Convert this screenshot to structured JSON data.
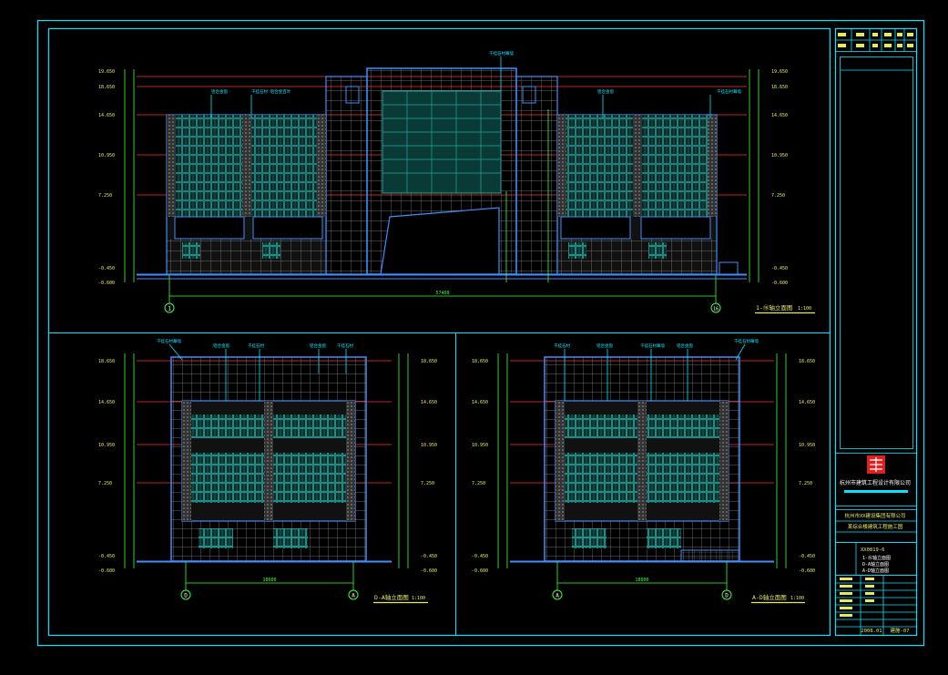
{
  "colors": {
    "background": "#000000",
    "frame": "#00e5ff",
    "building_outline": "#3f8fff",
    "facade_grid": "#8a8a8a",
    "level_line": "#ff3030",
    "window": "#1fa8a0",
    "dimension": "#3cff3c",
    "text": "#e8e860",
    "seal": "#e02020"
  },
  "elevations": [
    {
      "id": "main",
      "title": "1-⑯轴立面图",
      "scale": "1:100",
      "axis_left": "1",
      "axis_right": "16",
      "overall_dim": "57400",
      "levels_left": [
        "19.650",
        "18.650",
        "14.650",
        "10.950",
        "7.250",
        "-0.450",
        "-0.600"
      ],
      "levels_right": [
        "19.650",
        "18.650",
        "14.650",
        "10.950",
        "7.250",
        "-0.450",
        "-0.600"
      ],
      "callouts": [
        "干挂石材幕墙",
        "铝合金窗",
        "干挂石材 铝合金百叶",
        "铝合金窗",
        "干挂石材幕墙"
      ]
    },
    {
      "id": "left",
      "title": "D-A轴立面图",
      "scale": "1:100",
      "axis_left": "D",
      "axis_right": "A",
      "overall_dim": "18600",
      "levels_left": [
        "18.650",
        "14.650",
        "10.950",
        "7.250",
        "-0.450",
        "-0.600"
      ],
      "levels_right": [
        "18.650",
        "14.650",
        "10.950",
        "7.250",
        "-0.450",
        "-0.600"
      ],
      "callouts": [
        "干挂石材幕墙",
        "铝合金窗",
        "干挂石材",
        "铝合金窗",
        "干挂石材"
      ]
    },
    {
      "id": "right",
      "title": "A-D轴立面图",
      "scale": "1:100",
      "axis_left": "A",
      "axis_right": "D",
      "overall_dim": "18600",
      "levels_left": [
        "18.650",
        "14.650",
        "10.950",
        "7.250",
        "-0.450",
        "-0.600"
      ],
      "levels_right": [
        "18.650",
        "14.650",
        "10.950",
        "7.250",
        "-0.450",
        "-0.600"
      ],
      "callouts": [
        "干挂石材",
        "铝合金窗",
        "干挂石材幕墙",
        "铝合金窗",
        "干挂石材幕墙"
      ]
    }
  ],
  "title_block": {
    "institute": "杭州市建筑工程设计有限公司",
    "project": "杭州市XX建设集团有限公司",
    "subproject": "某综合楼建筑工程施工图",
    "drawing_no": "XX0819-6",
    "drawings": [
      "1-⑯轴立面图",
      "D-A轴立面图",
      "A-D轴立面图"
    ],
    "date": "2008.01",
    "sheet": "建施-07"
  }
}
